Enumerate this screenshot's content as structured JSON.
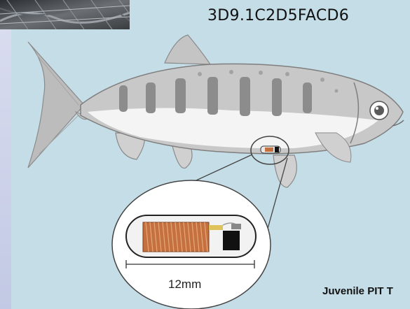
{
  "tag": {
    "id": "3D9.1C2D5FACD6"
  },
  "scale": {
    "label": "12mm"
  },
  "caption": {
    "text": "Juvenile PIT T"
  },
  "colors": {
    "background": "#c5dde6",
    "left_panel": "#c9d0e8",
    "fish_body": "#c8c8c8",
    "fish_belly": "#f4f4f4",
    "parr_marks": "#8c8c8c",
    "coil": "#c4713f",
    "chip": "#111111"
  },
  "icons": {
    "photo": "fish-photo-thumbnail",
    "fish": "juvenile-fish-illustration",
    "tag_callout": "pit-tag-magnified-icon"
  }
}
